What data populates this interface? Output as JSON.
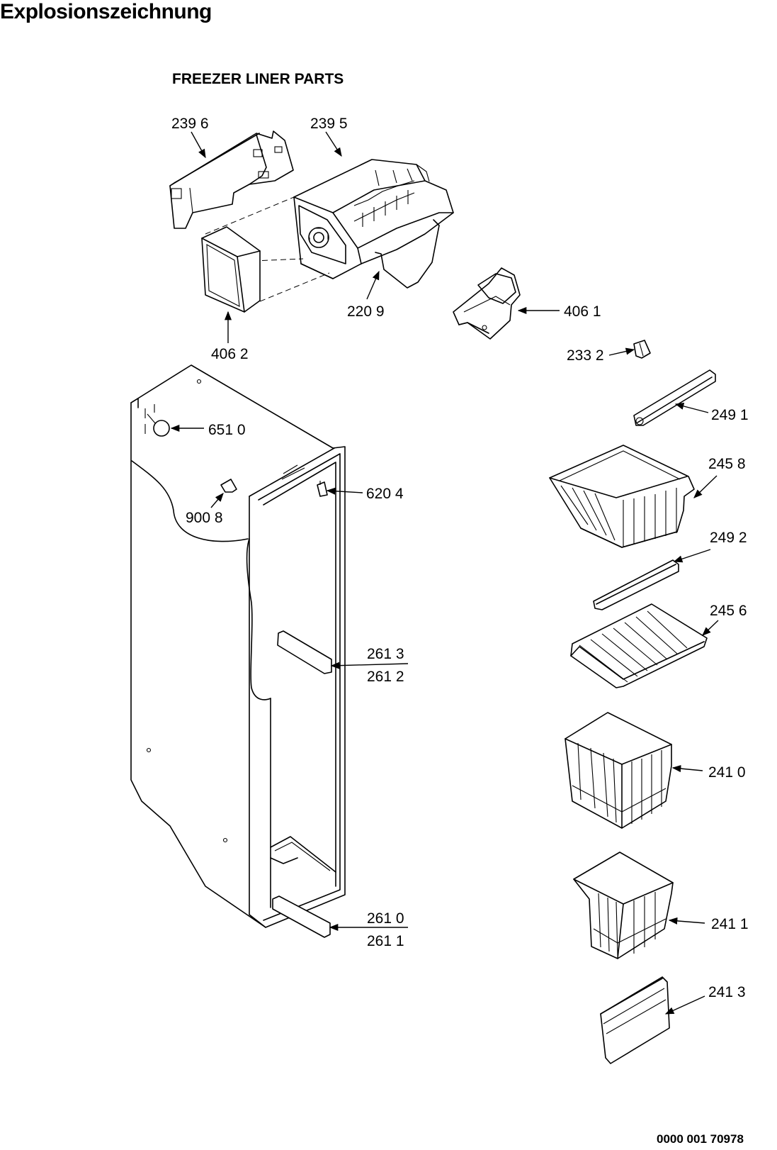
{
  "page_title": "Explosionszeichnung",
  "section_title": "FREEZER LINER PARTS",
  "document_number": "0000 001 70978",
  "callouts": [
    {
      "id": "239-6",
      "label": "239 6"
    },
    {
      "id": "239-5",
      "label": "239 5"
    },
    {
      "id": "220-9",
      "label": "220 9"
    },
    {
      "id": "406-1",
      "label": "406 1"
    },
    {
      "id": "406-2",
      "label": "406 2"
    },
    {
      "id": "233-2",
      "label": "233 2"
    },
    {
      "id": "249-1",
      "label": "249 1"
    },
    {
      "id": "651-0",
      "label": "651 0"
    },
    {
      "id": "245-8",
      "label": "245 8"
    },
    {
      "id": "620-4",
      "label": "620 4"
    },
    {
      "id": "900-8",
      "label": "900 8"
    },
    {
      "id": "249-2",
      "label": "249 2"
    },
    {
      "id": "245-6",
      "label": "245 6"
    },
    {
      "id": "261-3",
      "label": "261 3"
    },
    {
      "id": "261-2",
      "label": "261 2"
    },
    {
      "id": "241-0",
      "label": "241 0"
    },
    {
      "id": "241-1",
      "label": "241 1"
    },
    {
      "id": "261-0",
      "label": "261 0"
    },
    {
      "id": "261-1",
      "label": "261 1"
    },
    {
      "id": "241-3",
      "label": "241 3"
    }
  ]
}
